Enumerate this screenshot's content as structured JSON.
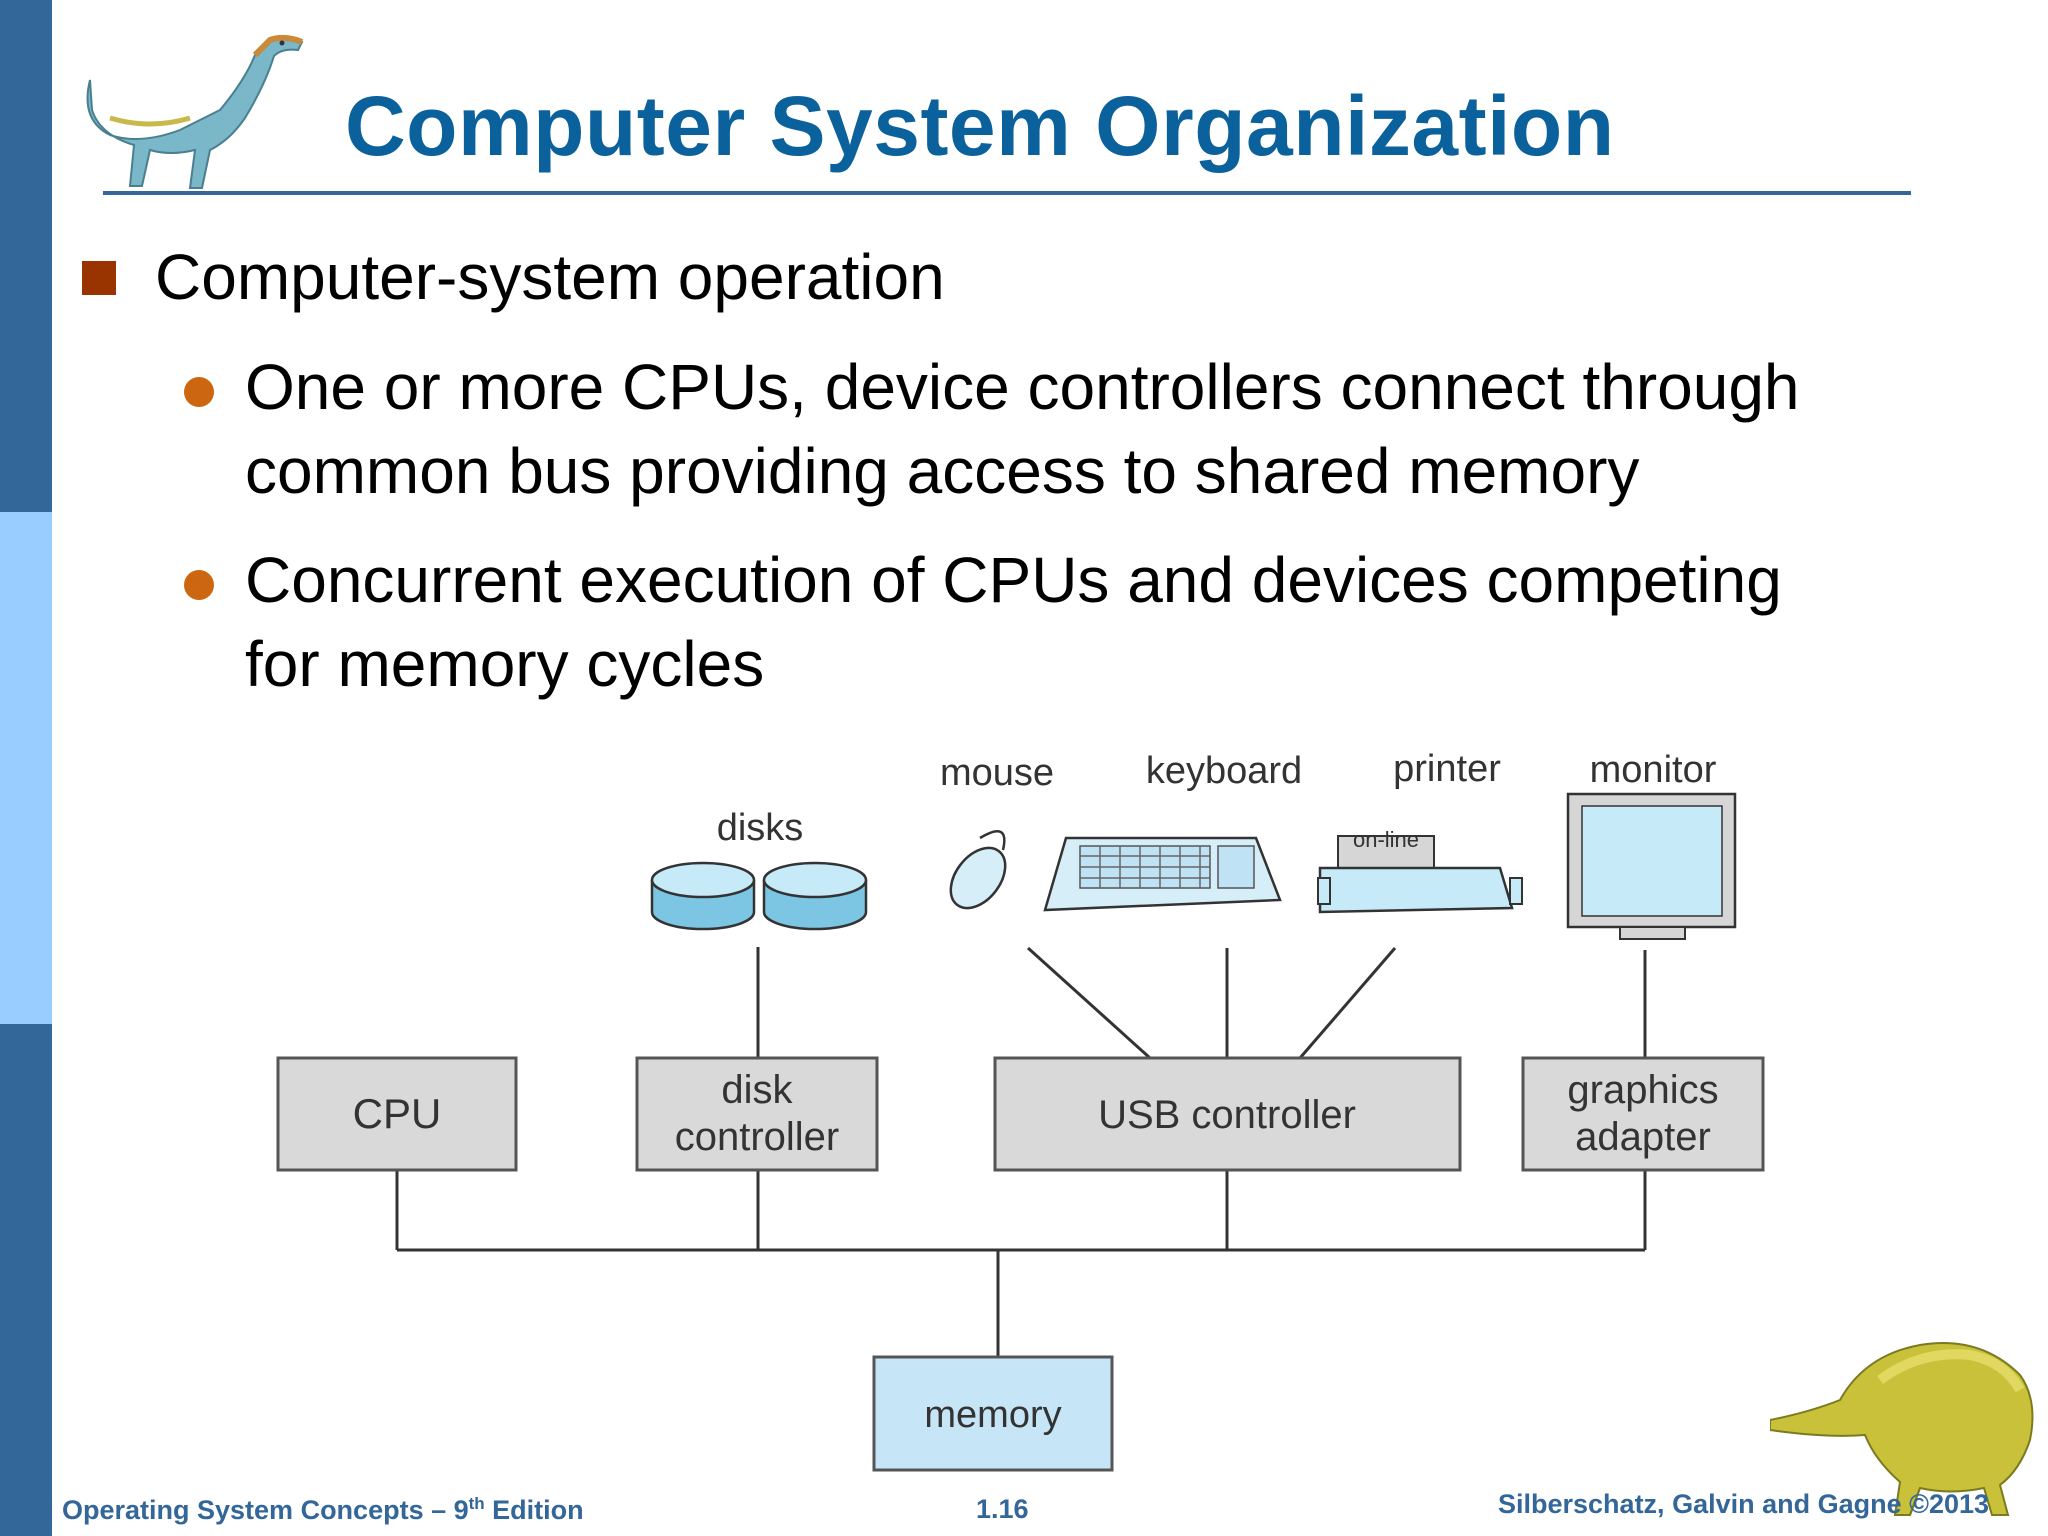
{
  "slide": {
    "title": "Computer System Organization",
    "bullet_main": "Computer-system operation",
    "sub_bullets": [
      {
        "line1": "One or more CPUs, device controllers connect through",
        "line2": "common bus providing access to shared memory"
      },
      {
        "line1": "Concurrent execution of CPUs and devices competing",
        "line2": "for memory cycles"
      }
    ]
  },
  "diagram": {
    "devices": {
      "disks": "disks",
      "mouse": "mouse",
      "keyboard": "keyboard",
      "printer": "printer",
      "printer_panel": "on-line",
      "monitor": "monitor"
    },
    "controllers": {
      "cpu": "CPU",
      "disk_line1": "disk",
      "disk_line2": "controller",
      "usb": "USB controller",
      "graphics_line1": "graphics",
      "graphics_line2": "adapter"
    },
    "memory": "memory",
    "colors": {
      "controller_fill": "#d9d9d9",
      "memory_fill": "#c6e6f7",
      "device_blue": "#bfe3f5"
    }
  },
  "footer": {
    "book": "Operating System Concepts – 9",
    "edition_sup": "th",
    "edition_suffix": " Edition",
    "page": "1.16",
    "authors": "Silberschatz, Galvin and Gagne ©2013"
  },
  "theme": {
    "sidebar_dark": "#336699",
    "sidebar_light": "#99ccff",
    "title_color": "#0b619b",
    "bullet_square": "#993300",
    "bullet_dot": "#cc6611"
  }
}
